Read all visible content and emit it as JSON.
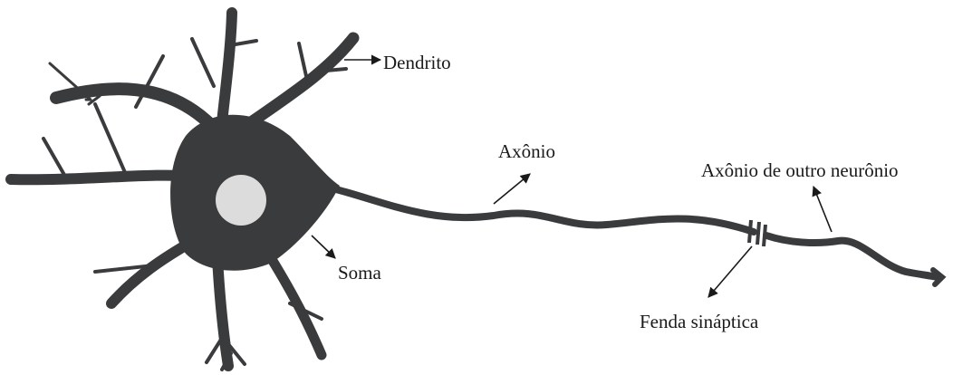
{
  "labels": {
    "dendrito": "Dendrito",
    "axonio": "Axônio",
    "soma": "Soma",
    "fenda": "Fenda sináptica",
    "outro_axonio": "Axônio de outro neurônio"
  },
  "colors": {
    "neuron": "#3a3b3d",
    "nucleus": "#dcdcdc",
    "arrow": "#1a1a1a",
    "background": "#ffffff"
  }
}
